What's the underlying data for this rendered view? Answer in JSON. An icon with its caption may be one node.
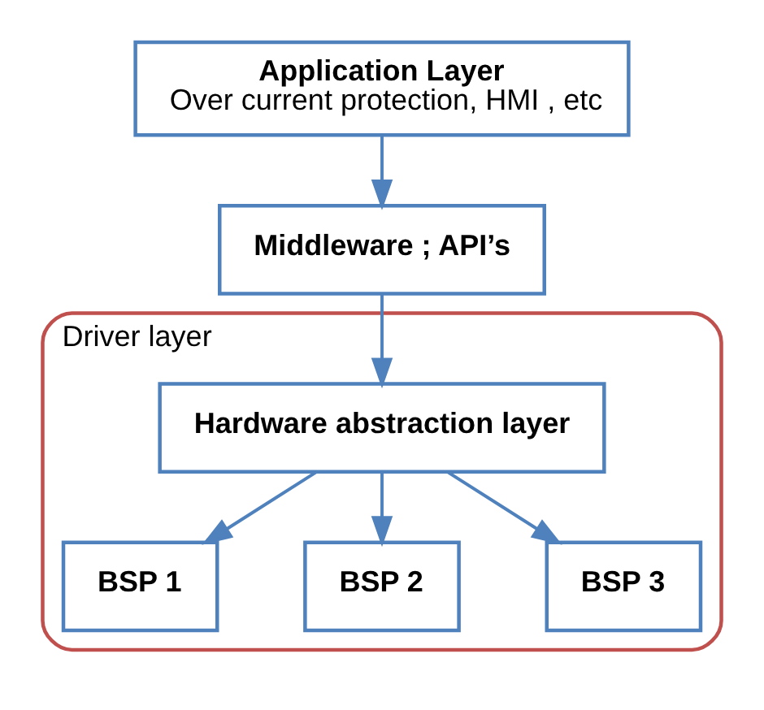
{
  "diagram": {
    "nodes": [
      {
        "text": [
          "Application Layer",
          "Over current protection, HMI , etc"
        ]
      },
      {
        "text": [
          "Middleware ; API’s"
        ]
      },
      {
        "text": [
          "Driver layer"
        ]
      },
      {
        "text": [
          "Hardware abstraction layer"
        ],
        "in": 2
      },
      {
        "text": [
          "BSP 1"
        ],
        "in": 2
      },
      {
        "text": [
          "BSP 2"
        ],
        "in": 2
      },
      {
        "text": [
          "BSP 3"
        ],
        "in": 2
      }
    ],
    "edges": [
      {
        "from": 0,
        "to": 1,
        "arrow": "to"
      },
      {
        "from": 1,
        "to": 3,
        "arrow": "to"
      },
      {
        "from": 3,
        "to": 4,
        "arrow": "to"
      },
      {
        "from": 3,
        "to": 5,
        "arrow": "to"
      },
      {
        "from": 3,
        "to": 6,
        "arrow": "to"
      }
    ]
  }
}
